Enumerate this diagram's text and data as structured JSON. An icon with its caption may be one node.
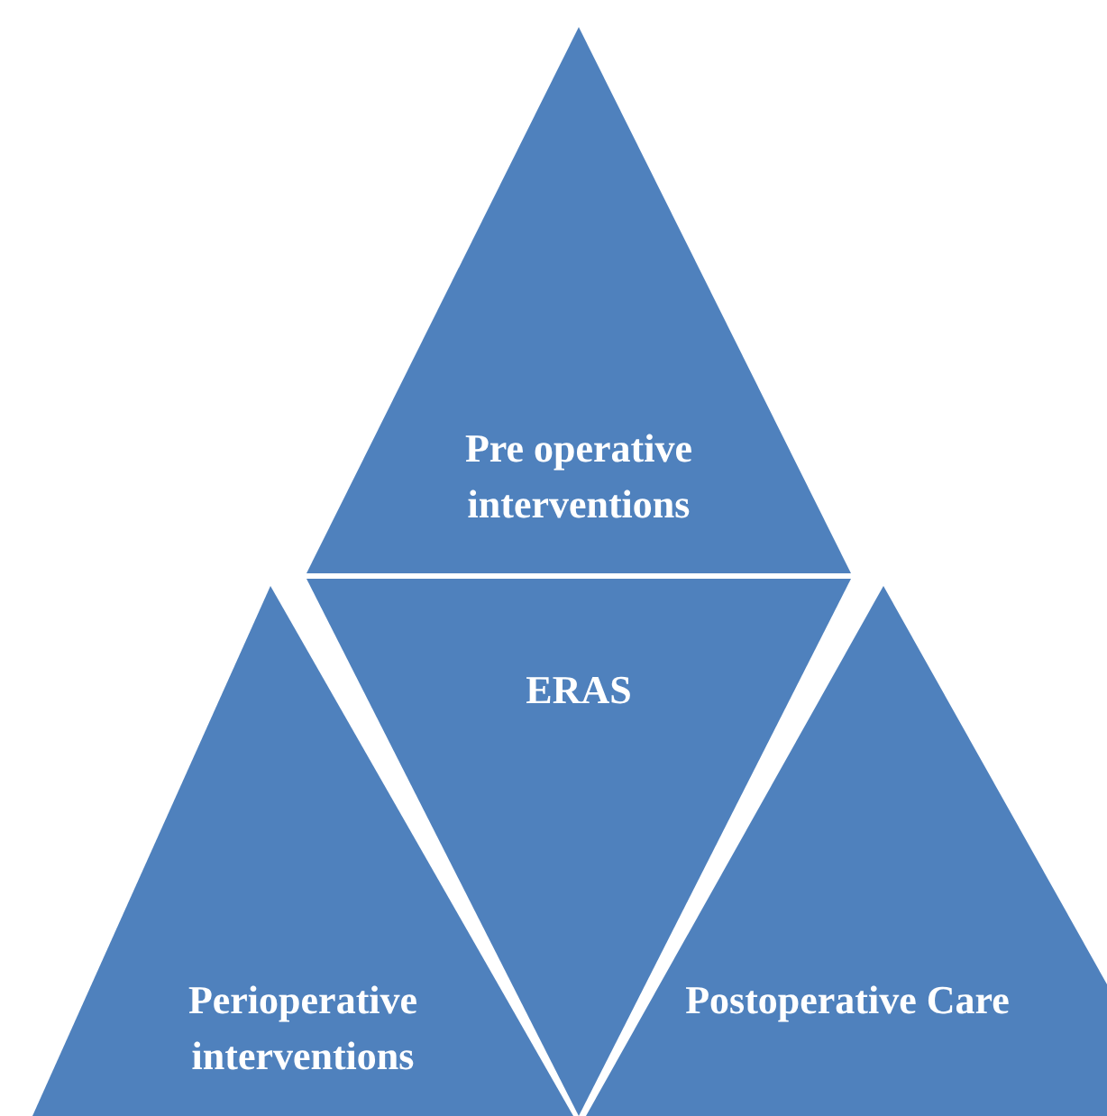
{
  "diagram": {
    "nodes": [
      {
        "text": [
          "Pre operative interventions"
        ]
      },
      {
        "text": [
          "ERAS"
        ]
      },
      {
        "text": [
          "Perioperative interventions"
        ]
      },
      {
        "text": [
          "Postoperative Care"
        ]
      }
    ]
  }
}
